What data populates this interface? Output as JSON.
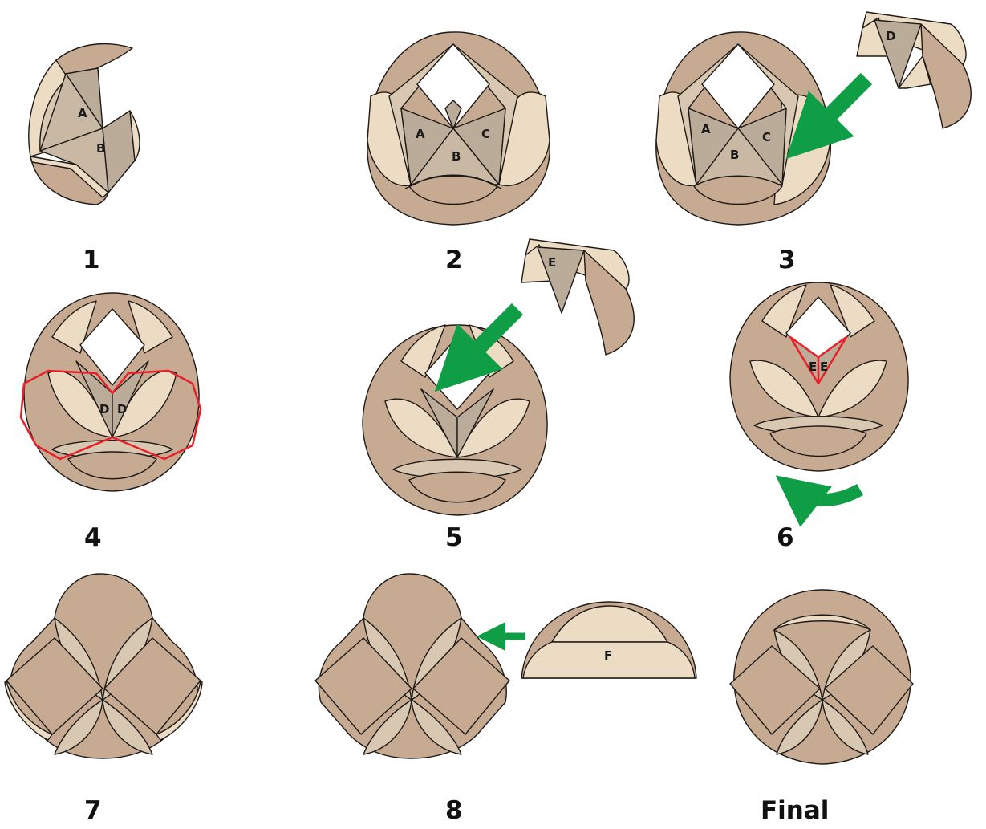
{
  "colors": {
    "dark": "#c6aa91",
    "light": "#ecdcc4",
    "mid": "#d8c8b2",
    "tri": "#bbab99",
    "arrow": "#0f9d45",
    "highlight": "#e8202a"
  },
  "steps": [
    {
      "label": "1",
      "pieces": [
        "A",
        "B"
      ]
    },
    {
      "label": "2",
      "pieces": [
        "A",
        "B",
        "C"
      ]
    },
    {
      "label": "3",
      "pieces": [
        "A",
        "B",
        "C",
        "D"
      ]
    },
    {
      "label": "4",
      "pieces": [
        "D",
        "D"
      ]
    },
    {
      "label": "5",
      "pieces": [
        "E"
      ]
    },
    {
      "label": "6",
      "pieces": [
        "E",
        "E"
      ]
    },
    {
      "label": "7",
      "pieces": []
    },
    {
      "label": "8",
      "pieces": [
        "F"
      ]
    },
    {
      "label": "Final",
      "pieces": []
    }
  ]
}
